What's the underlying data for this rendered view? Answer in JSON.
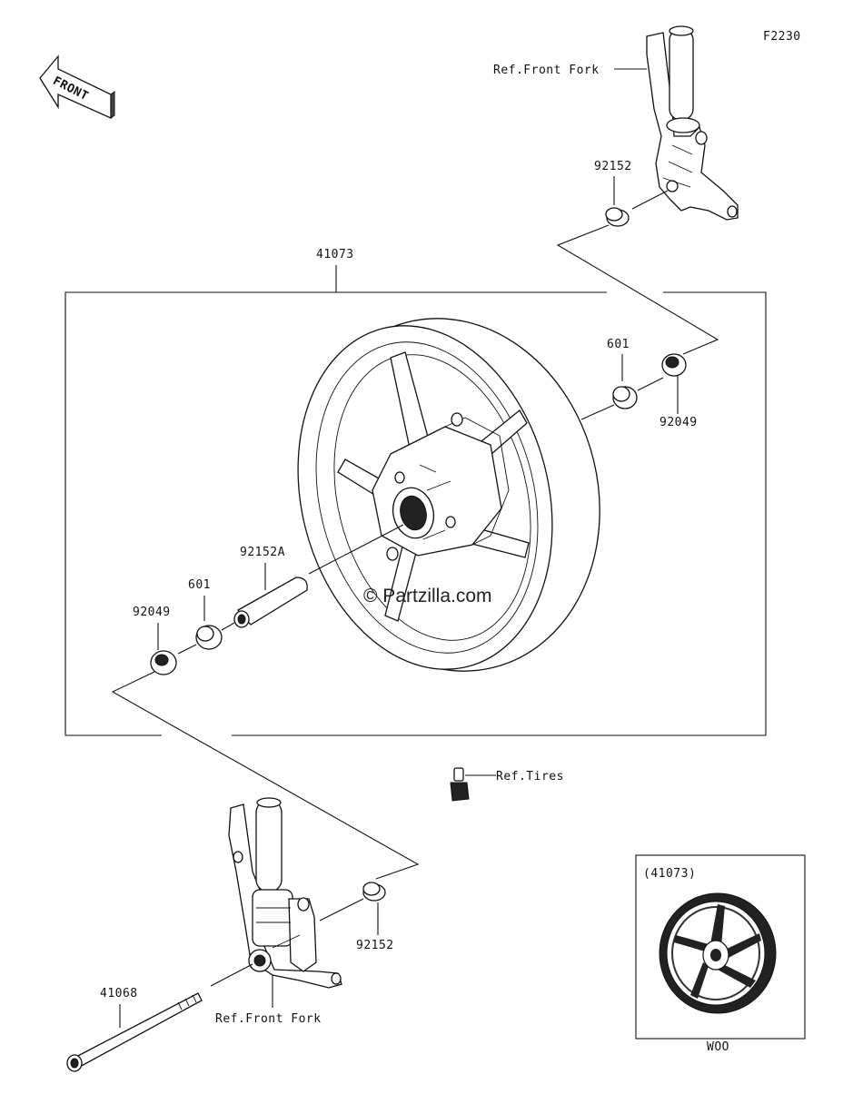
{
  "diagram": {
    "figure_code": "F2230",
    "front_arrow_text": "FRONT",
    "watermark": "© Partzilla.com",
    "parts": [
      {
        "id": "wheel",
        "number": "41073"
      },
      {
        "id": "collar-top-right",
        "number": "92152"
      },
      {
        "id": "bearing-right",
        "number": "601"
      },
      {
        "id": "seal-right",
        "number": "92049"
      },
      {
        "id": "spacer",
        "number": "92152A"
      },
      {
        "id": "bearing-left",
        "number": "601"
      },
      {
        "id": "seal-left",
        "number": "92049"
      },
      {
        "id": "collar-bottom",
        "number": "92152"
      },
      {
        "id": "axle",
        "number": "41068"
      }
    ],
    "references": {
      "front_fork_top": "Ref.Front Fork",
      "front_fork_bottom": "Ref.Front Fork",
      "tires": "Ref.Tires"
    },
    "inset": {
      "title": "(41073)",
      "caption": "WOO"
    }
  }
}
